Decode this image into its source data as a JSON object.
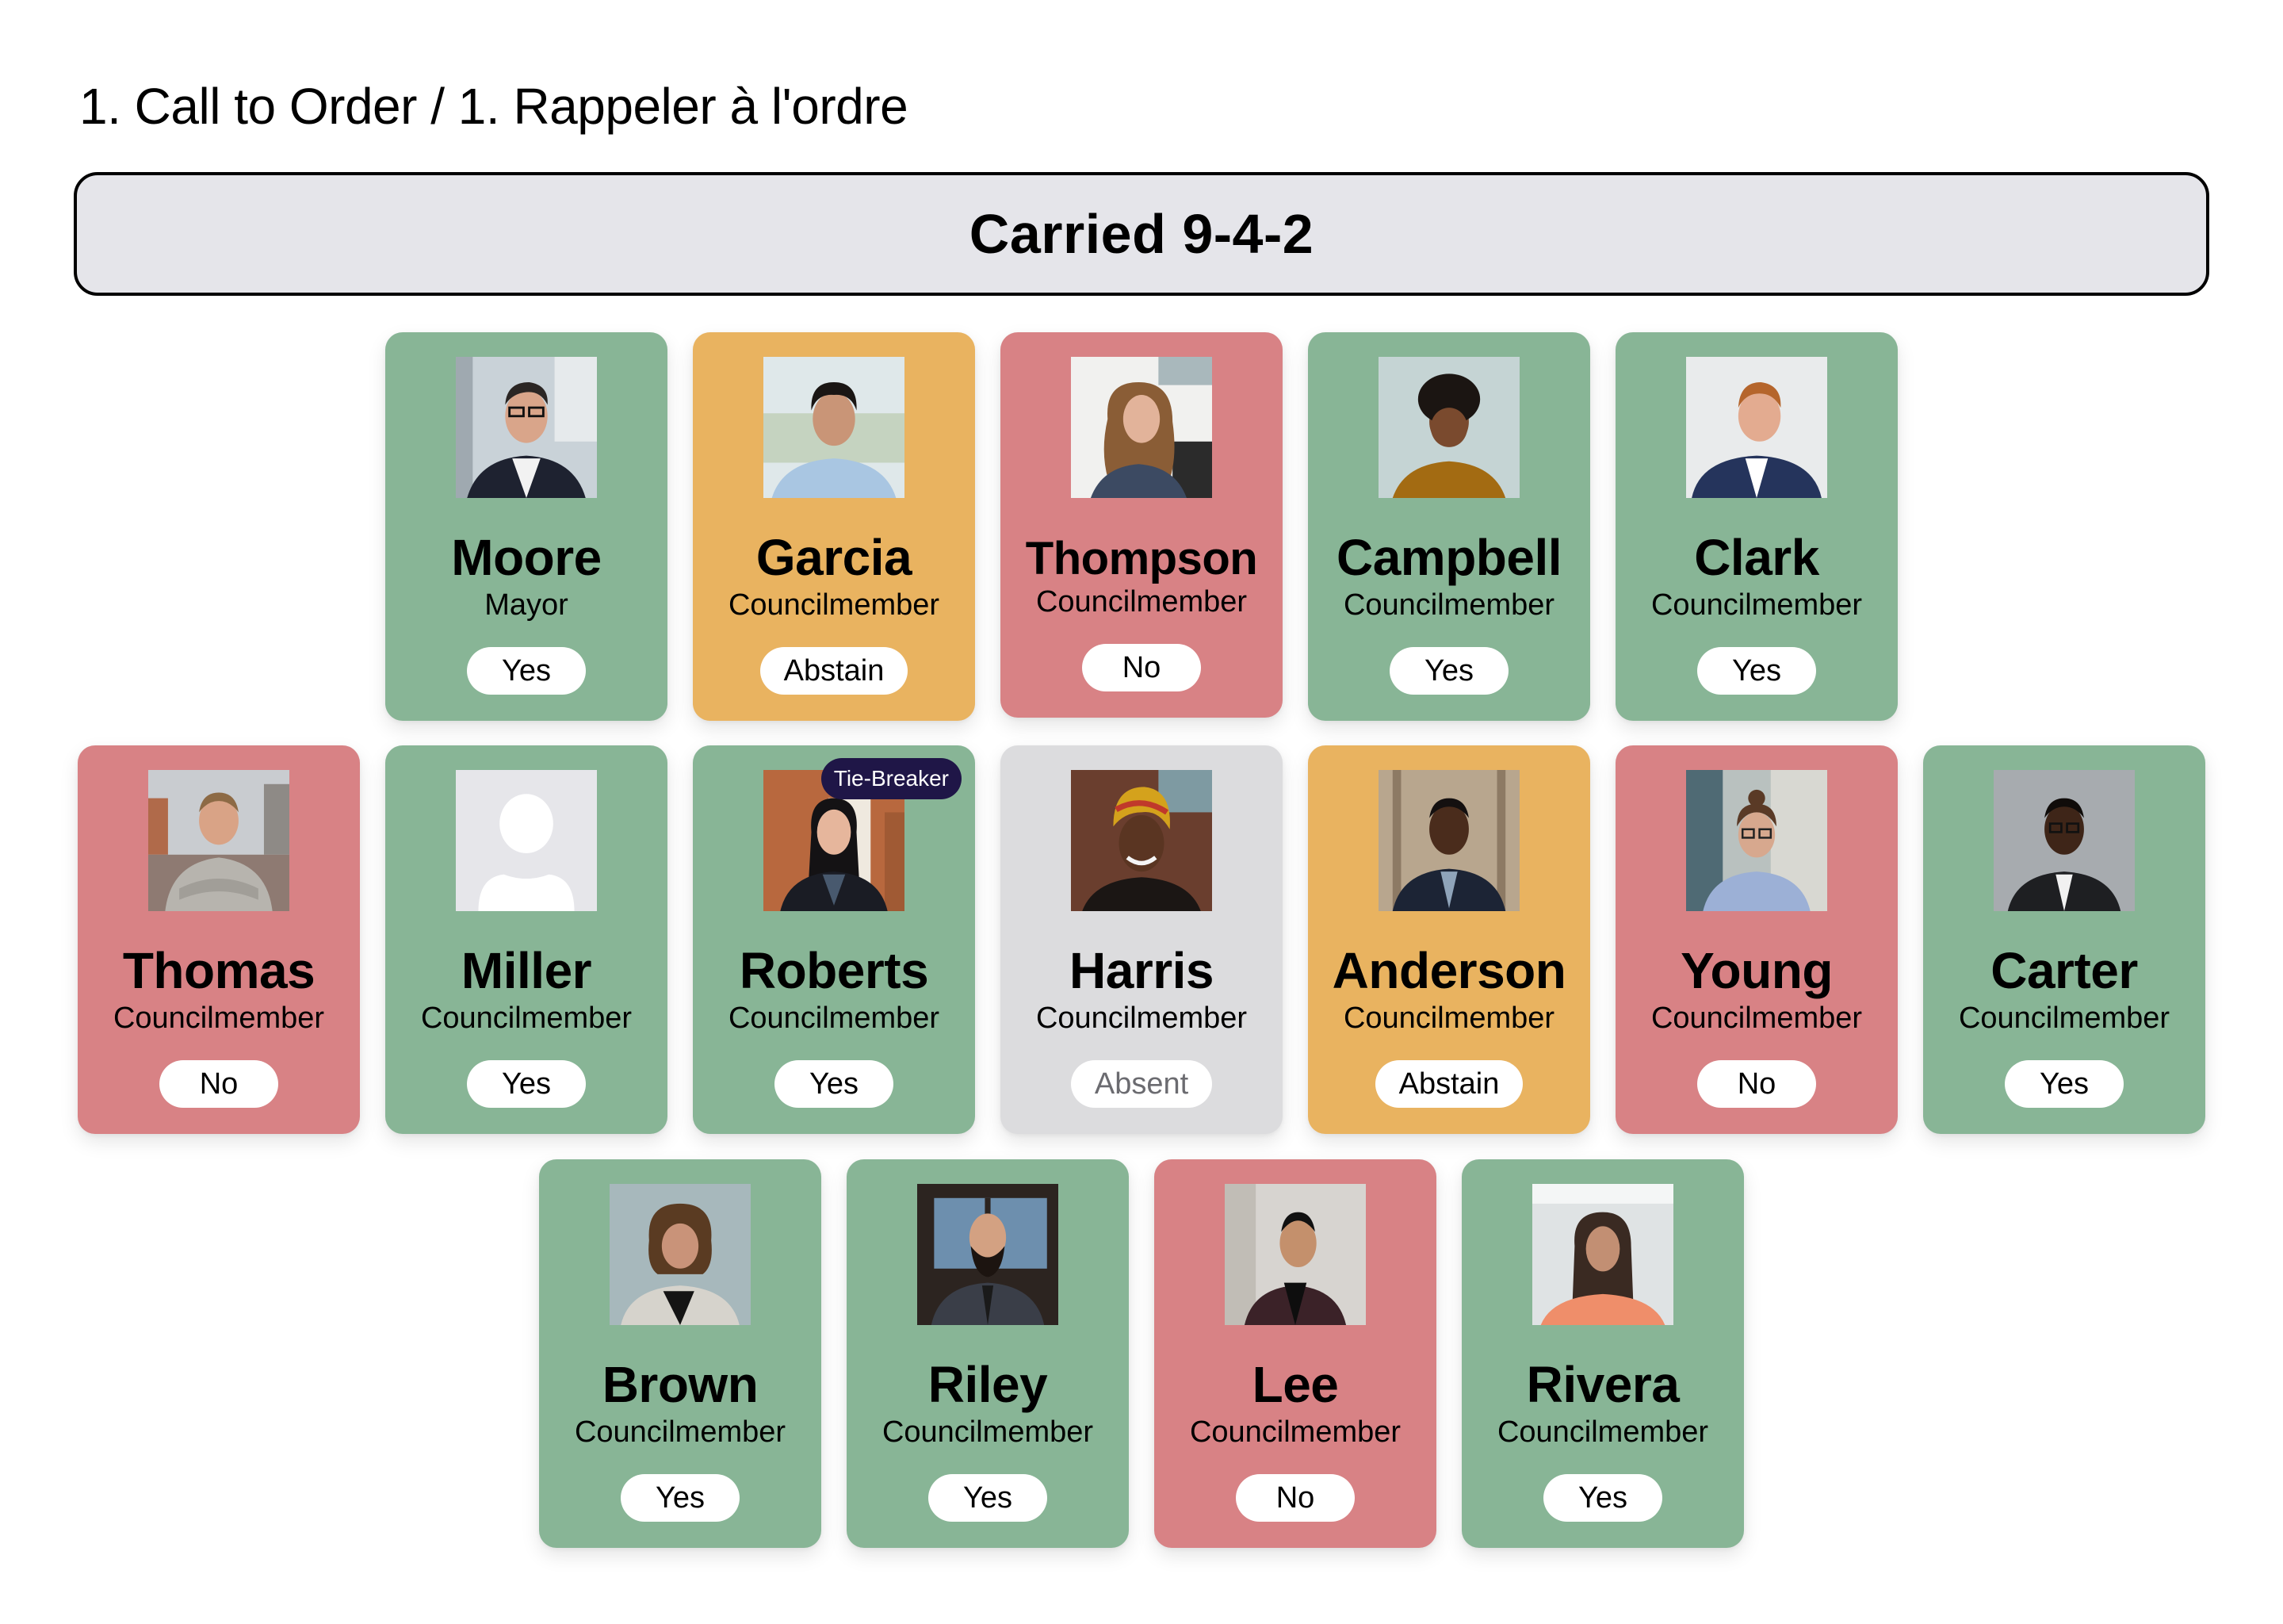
{
  "page": {
    "title": "1. Call to Order / 1. Rappeler à l'ordre",
    "result": "Carried 9-4-2"
  },
  "colors": {
    "yes": "#88b596",
    "no": "#d88285",
    "abstain": "#e9b360",
    "absent": "#dcdcde",
    "banner_bg": "#e5e5ea",
    "tie_breaker_badge": "#1f1647"
  },
  "rows": [
    {
      "members": [
        {
          "name": "Moore",
          "role": "Mayor",
          "vote": "Yes",
          "status": "yes",
          "photo": "photo-moore"
        },
        {
          "name": "Garcia",
          "role": "Councilmember",
          "vote": "Abstain",
          "status": "abstain",
          "photo": "photo-garcia"
        },
        {
          "name": "Thompson",
          "role": "Councilmember",
          "vote": "No",
          "status": "no",
          "photo": "photo-thompson"
        },
        {
          "name": "Campbell",
          "role": "Councilmember",
          "vote": "Yes",
          "status": "yes",
          "photo": "photo-campbell"
        },
        {
          "name": "Clark",
          "role": "Councilmember",
          "vote": "Yes",
          "status": "yes",
          "photo": "photo-clark"
        }
      ]
    },
    {
      "members": [
        {
          "name": "Thomas",
          "role": "Councilmember",
          "vote": "No",
          "status": "no",
          "photo": "photo-thomas"
        },
        {
          "name": "Miller",
          "role": "Councilmember",
          "vote": "Yes",
          "status": "yes",
          "photo": "avatar-placeholder"
        },
        {
          "name": "Roberts",
          "role": "Councilmember",
          "vote": "Yes",
          "status": "yes",
          "photo": "photo-roberts",
          "badge": "Tie-Breaker"
        },
        {
          "name": "Harris",
          "role": "Councilmember",
          "vote": "Absent",
          "status": "absent",
          "photo": "photo-harris"
        },
        {
          "name": "Anderson",
          "role": "Councilmember",
          "vote": "Abstain",
          "status": "abstain",
          "photo": "photo-anderson"
        },
        {
          "name": "Young",
          "role": "Councilmember",
          "vote": "No",
          "status": "no",
          "photo": "photo-young"
        },
        {
          "name": "Carter",
          "role": "Councilmember",
          "vote": "Yes",
          "status": "yes",
          "photo": "photo-carter"
        }
      ]
    },
    {
      "members": [
        {
          "name": "Brown",
          "role": "Councilmember",
          "vote": "Yes",
          "status": "yes",
          "photo": "photo-brown"
        },
        {
          "name": "Riley",
          "role": "Councilmember",
          "vote": "Yes",
          "status": "yes",
          "photo": "photo-riley"
        },
        {
          "name": "Lee",
          "role": "Councilmember",
          "vote": "No",
          "status": "no",
          "photo": "photo-lee"
        },
        {
          "name": "Rivera",
          "role": "Councilmember",
          "vote": "Yes",
          "status": "yes",
          "photo": "photo-rivera"
        }
      ]
    }
  ]
}
